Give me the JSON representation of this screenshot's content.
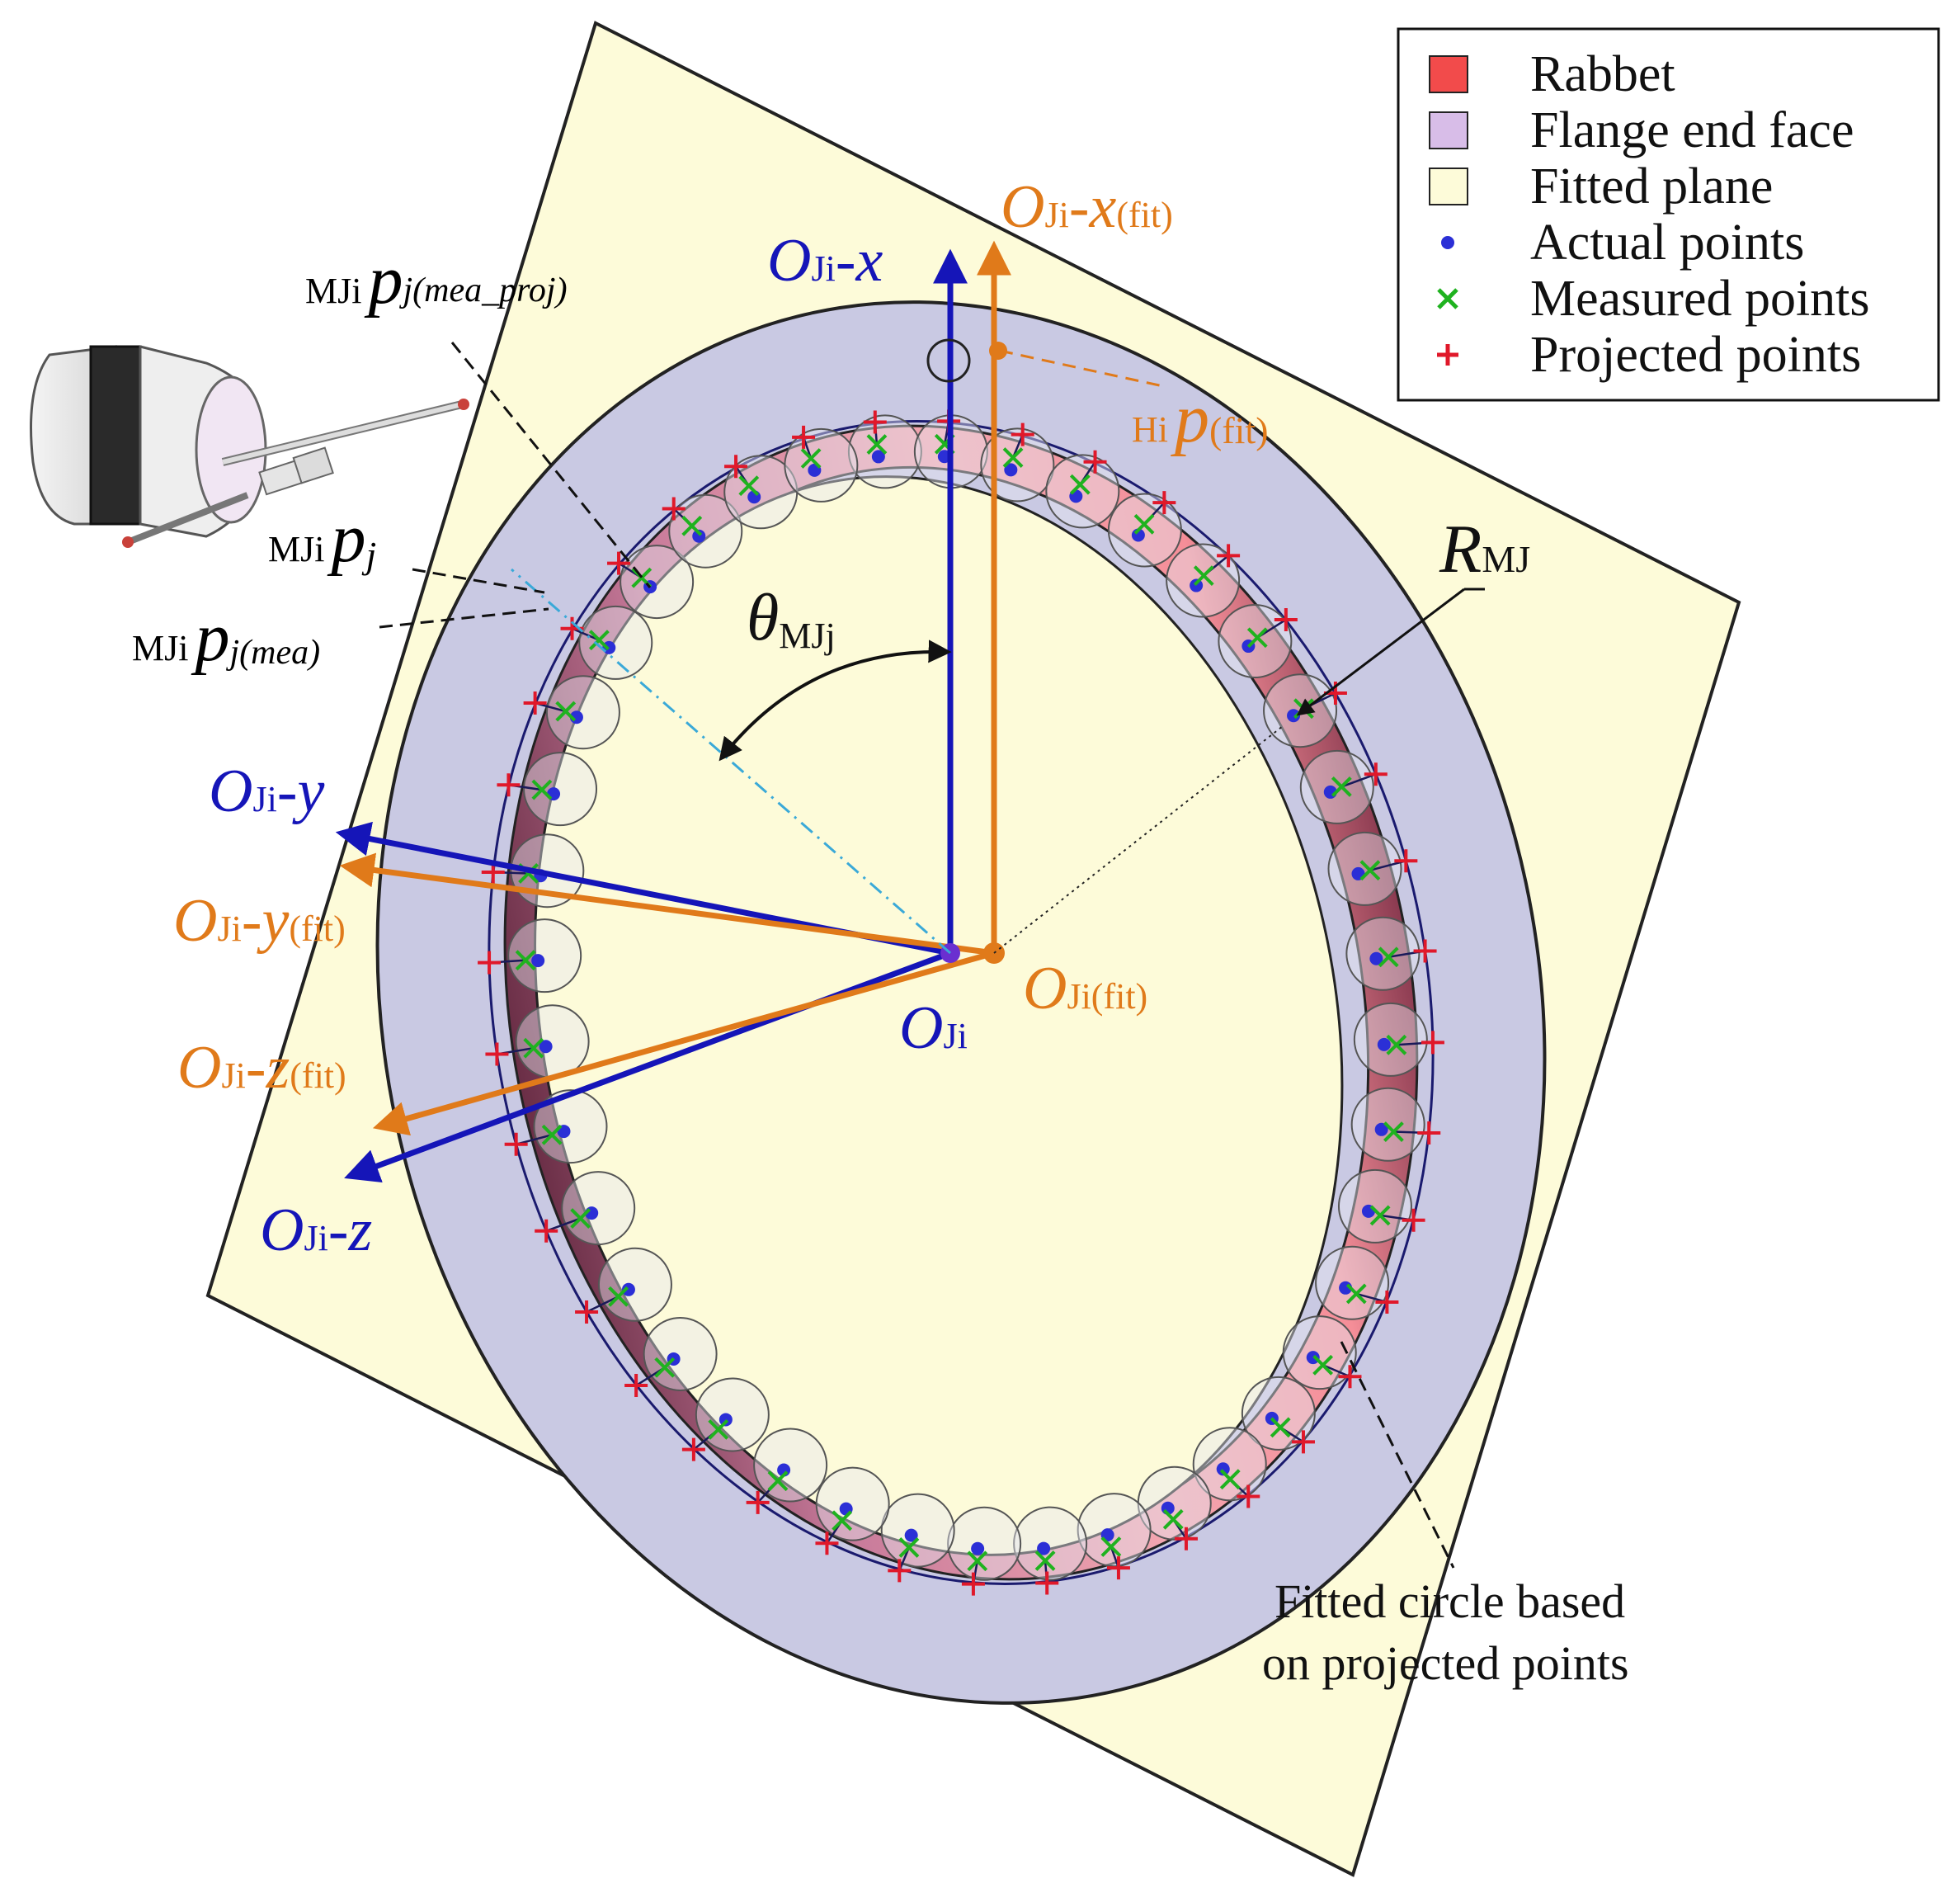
{
  "legend": {
    "items": [
      {
        "label": "Rabbet",
        "swatch": "square",
        "color": "#f24b4b"
      },
      {
        "label": "Flange end face",
        "swatch": "square",
        "color": "#d8bde8"
      },
      {
        "label": "Fitted plane",
        "swatch": "square",
        "color": "#fdfbd9"
      },
      {
        "label": "Actual points",
        "swatch": "dot",
        "color": "#2b2fd6"
      },
      {
        "label": "Measured points",
        "swatch": "x",
        "color": "#1fb21f"
      },
      {
        "label": "Projected points",
        "swatch": "plus",
        "color": "#e0182a"
      }
    ]
  },
  "axes": {
    "x": {
      "base": "O",
      "sub": "Ji",
      "suffix": "-x",
      "color": "#1515b8"
    },
    "y": {
      "base": "O",
      "sub": "Ji",
      "suffix": "-y",
      "color": "#1515b8"
    },
    "z": {
      "base": "O",
      "sub": "Ji",
      "suffix": "-z",
      "color": "#1515b8"
    },
    "x_fit": {
      "base": "O",
      "sub": "Ji",
      "suffix": "-x",
      "tail": "(fit)",
      "color": "#e07a1a"
    },
    "y_fit": {
      "base": "O",
      "sub": "Ji",
      "suffix": "-y",
      "tail": "(fit)",
      "color": "#e07a1a"
    },
    "z_fit": {
      "base": "O",
      "sub": "Ji",
      "suffix": "-z",
      "tail": "(fit)",
      "color": "#e07a1a"
    }
  },
  "origins": {
    "oji": {
      "base": "O",
      "sub": "Ji"
    },
    "oji_fit": {
      "base": "O",
      "sub": "Ji(fit)"
    }
  },
  "labels": {
    "p_proj": {
      "pre": "MJi",
      "main": "p",
      "sub": "j(mea_proj)"
    },
    "p_j": {
      "pre": "MJi",
      "main": "p",
      "sub": "j"
    },
    "p_mea": {
      "pre": "MJi",
      "main": "p",
      "sub": "j(mea)"
    },
    "p_fit": {
      "pre": "Hi",
      "main": "p",
      "sub": "(fit)"
    },
    "theta": {
      "main": "θ",
      "sub": "MJj"
    },
    "radius": {
      "main": "R",
      "sub": "MJ"
    }
  },
  "annotation": {
    "line1": "Fitted circle based",
    "line2": "on projected points"
  },
  "colors": {
    "plane_fill": "#fdfbd9",
    "plane_stroke": "#222222",
    "flange_fill": "#c9c9e3",
    "rabbet_light": "#f7a7ae",
    "rabbet_dark": "#7a3850",
    "blue_axis": "#1515b8",
    "orange_axis": "#e07a1a"
  }
}
